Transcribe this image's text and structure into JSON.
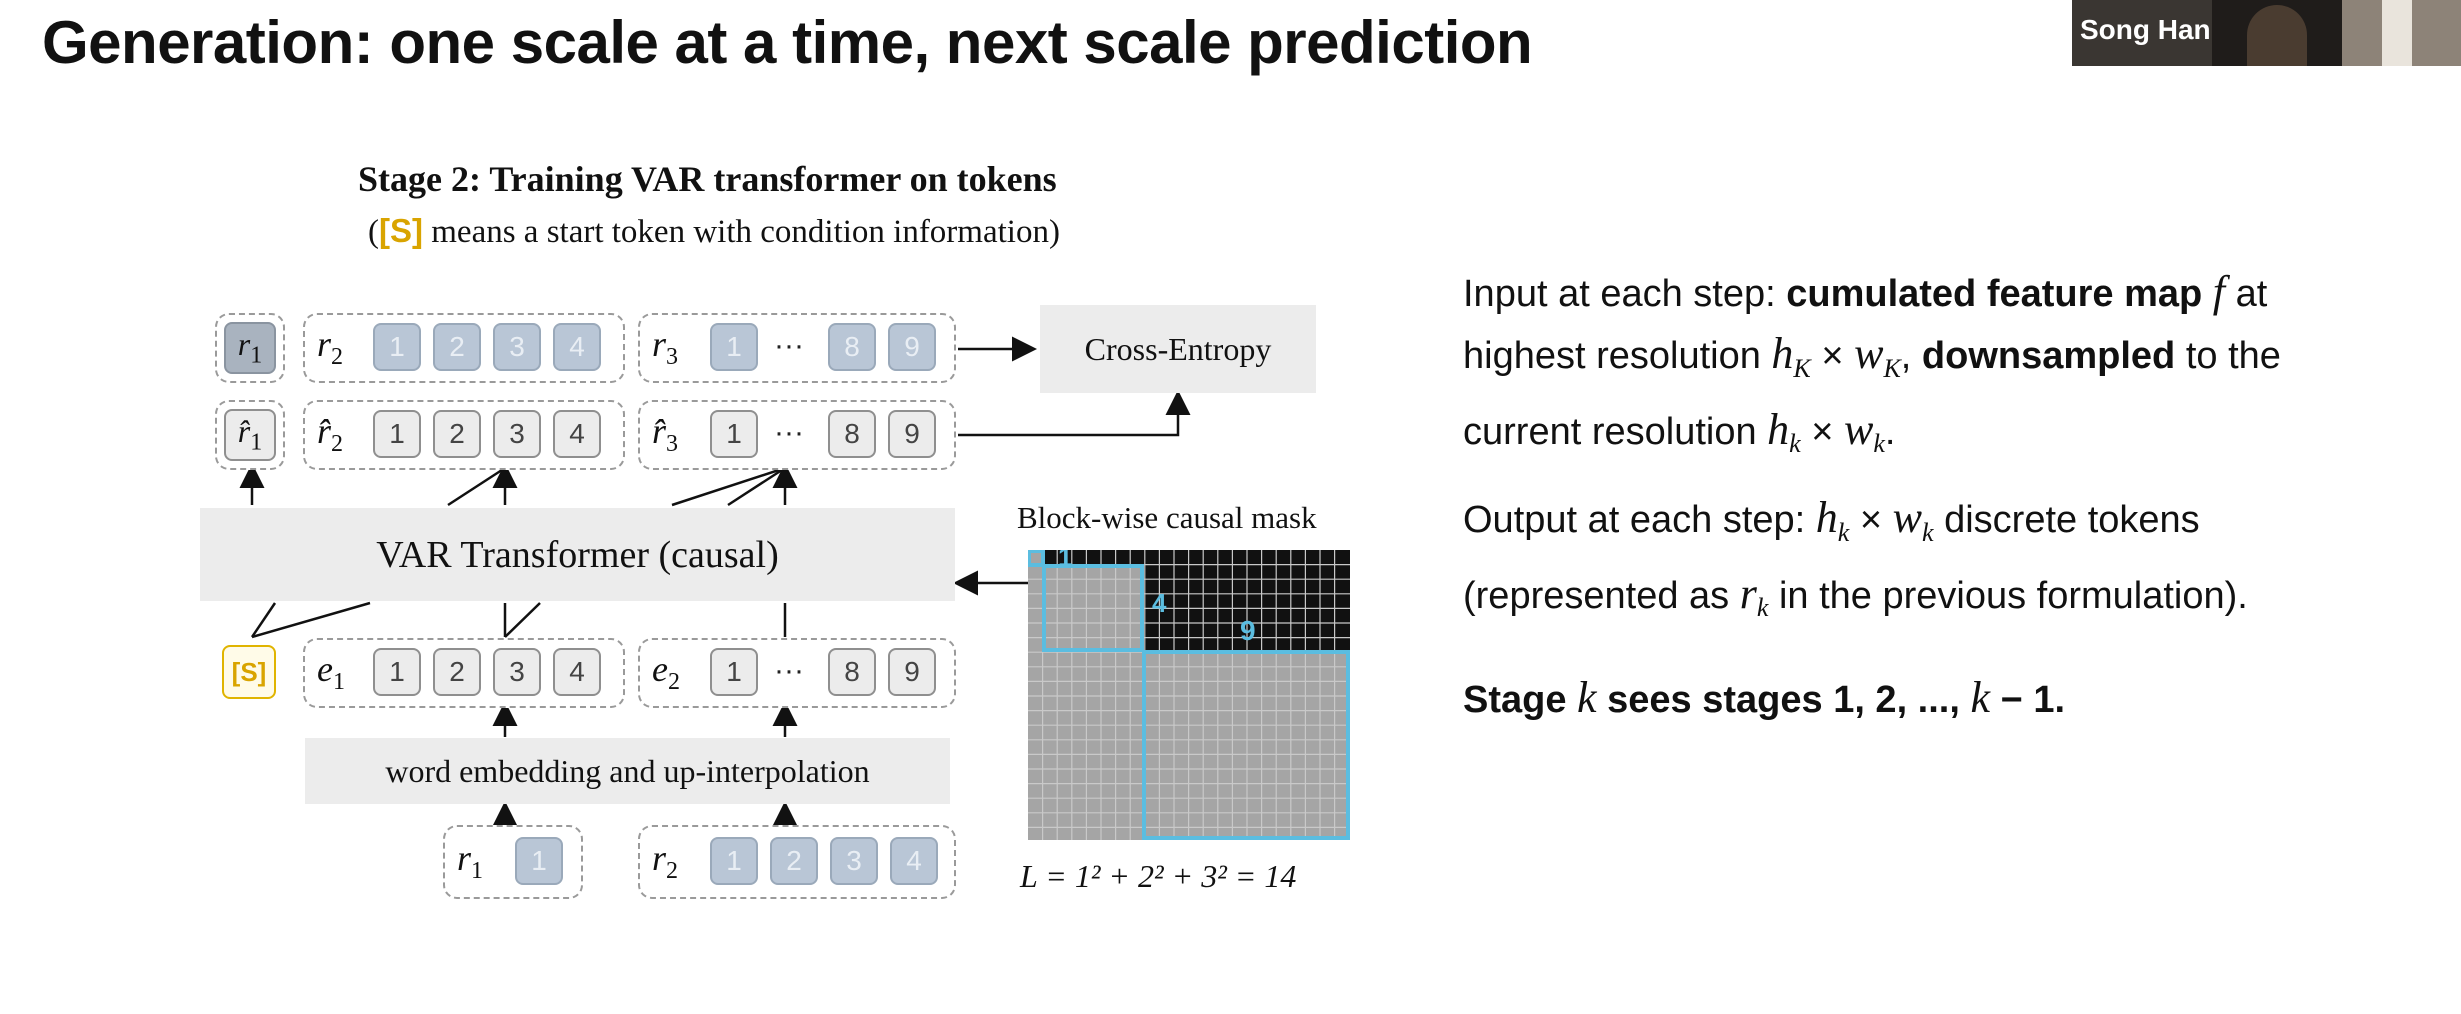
{
  "slide": {
    "title": "Generation: one scale at a time, next scale prediction"
  },
  "video": {
    "presenter_name": "Song Han"
  },
  "diagram": {
    "stage_title": "Stage 2:  Training VAR transformer on tokens",
    "stage_subtitle_open": "(",
    "stage_subtitle_mark": "[S]",
    "stage_subtitle_rest": " means a start token with condition information)",
    "target_row": {
      "g1_label": "r",
      "g1_sub": "1",
      "g2_label": "r",
      "g2_sub": "2",
      "g2_tokens": [
        "1",
        "2",
        "3",
        "4"
      ],
      "g3_label": "r",
      "g3_sub": "3",
      "g3_tokens": [
        "1",
        "8",
        "9"
      ],
      "g3_dots": "···"
    },
    "pred_row": {
      "g1_label": "r̂",
      "g1_sub": "1",
      "g2_label": "r̂",
      "g2_sub": "2",
      "g2_tokens": [
        "1",
        "2",
        "3",
        "4"
      ],
      "g3_label": "r̂",
      "g3_sub": "3",
      "g3_tokens": [
        "1",
        "8",
        "9"
      ],
      "g3_dots": "···"
    },
    "loss_label": "Cross-Entropy",
    "transformer_label": "VAR Transformer (causal)",
    "input_row": {
      "start_token": "[S]",
      "g2_label": "e",
      "g2_sub": "1",
      "g2_tokens": [
        "1",
        "2",
        "3",
        "4"
      ],
      "g3_label": "e",
      "g3_sub": "2",
      "g3_tokens": [
        "1",
        "8",
        "9"
      ],
      "g3_dots": "···"
    },
    "embedding_label": "word embedding and up-interpolation",
    "source_row": {
      "g1_label": "r",
      "g1_sub": "1",
      "g1_tokens": [
        "1"
      ],
      "g2_label": "r",
      "g2_sub": "2",
      "g2_tokens": [
        "1",
        "2",
        "3",
        "4"
      ]
    },
    "mask": {
      "title": "Block-wise causal mask",
      "block_labels": [
        "1",
        "4",
        "9"
      ],
      "formula": "L = 1² + 2² + 3² = 14"
    }
  },
  "right_panel": {
    "p1_a": "Input at each step: ",
    "p1_b": "cumulated feature map ",
    "p1_f": "f",
    "p1_c": " at",
    "p1_d": "highest resolution ",
    "p1_hK": "h",
    "p1_K1": "K",
    "p1_times1": " × ",
    "p1_wK": "w",
    "p1_K2": "K",
    "p1_e": ", ",
    "p1_f2": "downsampled",
    "p1_g": " to the",
    "p1_h": "current resolution ",
    "p1_hk": "h",
    "p1_k1": "k",
    "p1_times2": " × ",
    "p1_wk": "w",
    "p1_k2": "k",
    "p1_end": ".",
    "p2_a": "Output at each step: ",
    "p2_h": "h",
    "p2_k1": "k",
    "p2_times": " × ",
    "p2_w": "w",
    "p2_k2": "k",
    "p2_b": " discrete tokens",
    "p2_c": "(represented as ",
    "p2_r": "r",
    "p2_k3": "k",
    "p2_d": " in the previous formulation).",
    "p3_a": "Stage ",
    "p3_k": "k",
    "p3_b": " sees stages 1, 2, ..., ",
    "p3_k2": "k",
    "p3_c": " − 1."
  },
  "colors": {
    "start_token": "#d9a400",
    "mask_highlight": "#5bbde0",
    "mask_black": "#111111",
    "mask_grey": "#a5a5a5"
  }
}
